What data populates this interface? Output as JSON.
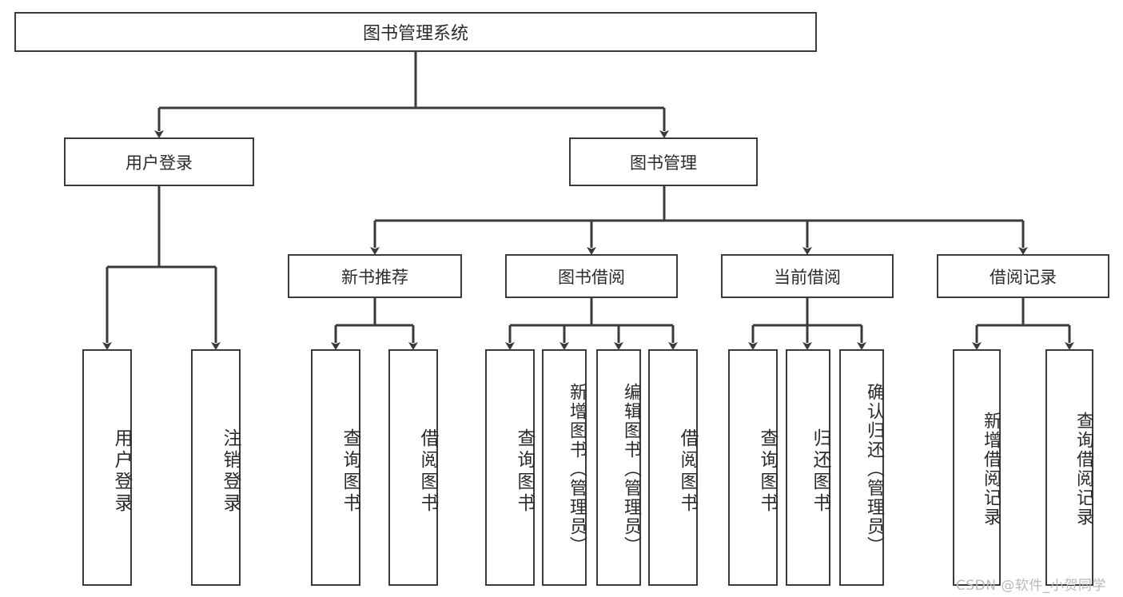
{
  "diagram": {
    "type": "tree-hierarchy",
    "title": "图书管理系统",
    "orientation": "top-down",
    "colors": {
      "box_border": "#3a3a3a",
      "box_fill": "#ffffff",
      "connector": "#3a3a3a",
      "text": "#2b2b2b",
      "watermark": "#b9b9b9"
    },
    "root": {
      "label": "图书管理系统"
    },
    "level2": [
      {
        "label": "用户登录"
      },
      {
        "label": "图书管理"
      }
    ],
    "level3": [
      {
        "label": "新书推荐"
      },
      {
        "label": "图书借阅"
      },
      {
        "label": "当前借阅"
      },
      {
        "label": "借阅记录"
      }
    ],
    "leaves": {
      "user_login": [
        {
          "label": "用户登录"
        },
        {
          "label": "注销登录"
        }
      ],
      "new_book_recommend": [
        {
          "label": "查询图书"
        },
        {
          "label": "借阅图书"
        }
      ],
      "book_borrow": [
        {
          "label": "查询图书"
        },
        {
          "label": "新增图书（管理员）"
        },
        {
          "label": "编辑图书（管理员）"
        },
        {
          "label": "借阅图书"
        }
      ],
      "current_borrow": [
        {
          "label": "查询图书"
        },
        {
          "label": "归还图书"
        },
        {
          "label": "确认归还（管理员）"
        }
      ],
      "borrow_records": [
        {
          "label": "新增借阅记录"
        },
        {
          "label": "查询借阅记录"
        }
      ]
    }
  },
  "watermark": {
    "text": "CSDN @软件_小贺同学"
  }
}
